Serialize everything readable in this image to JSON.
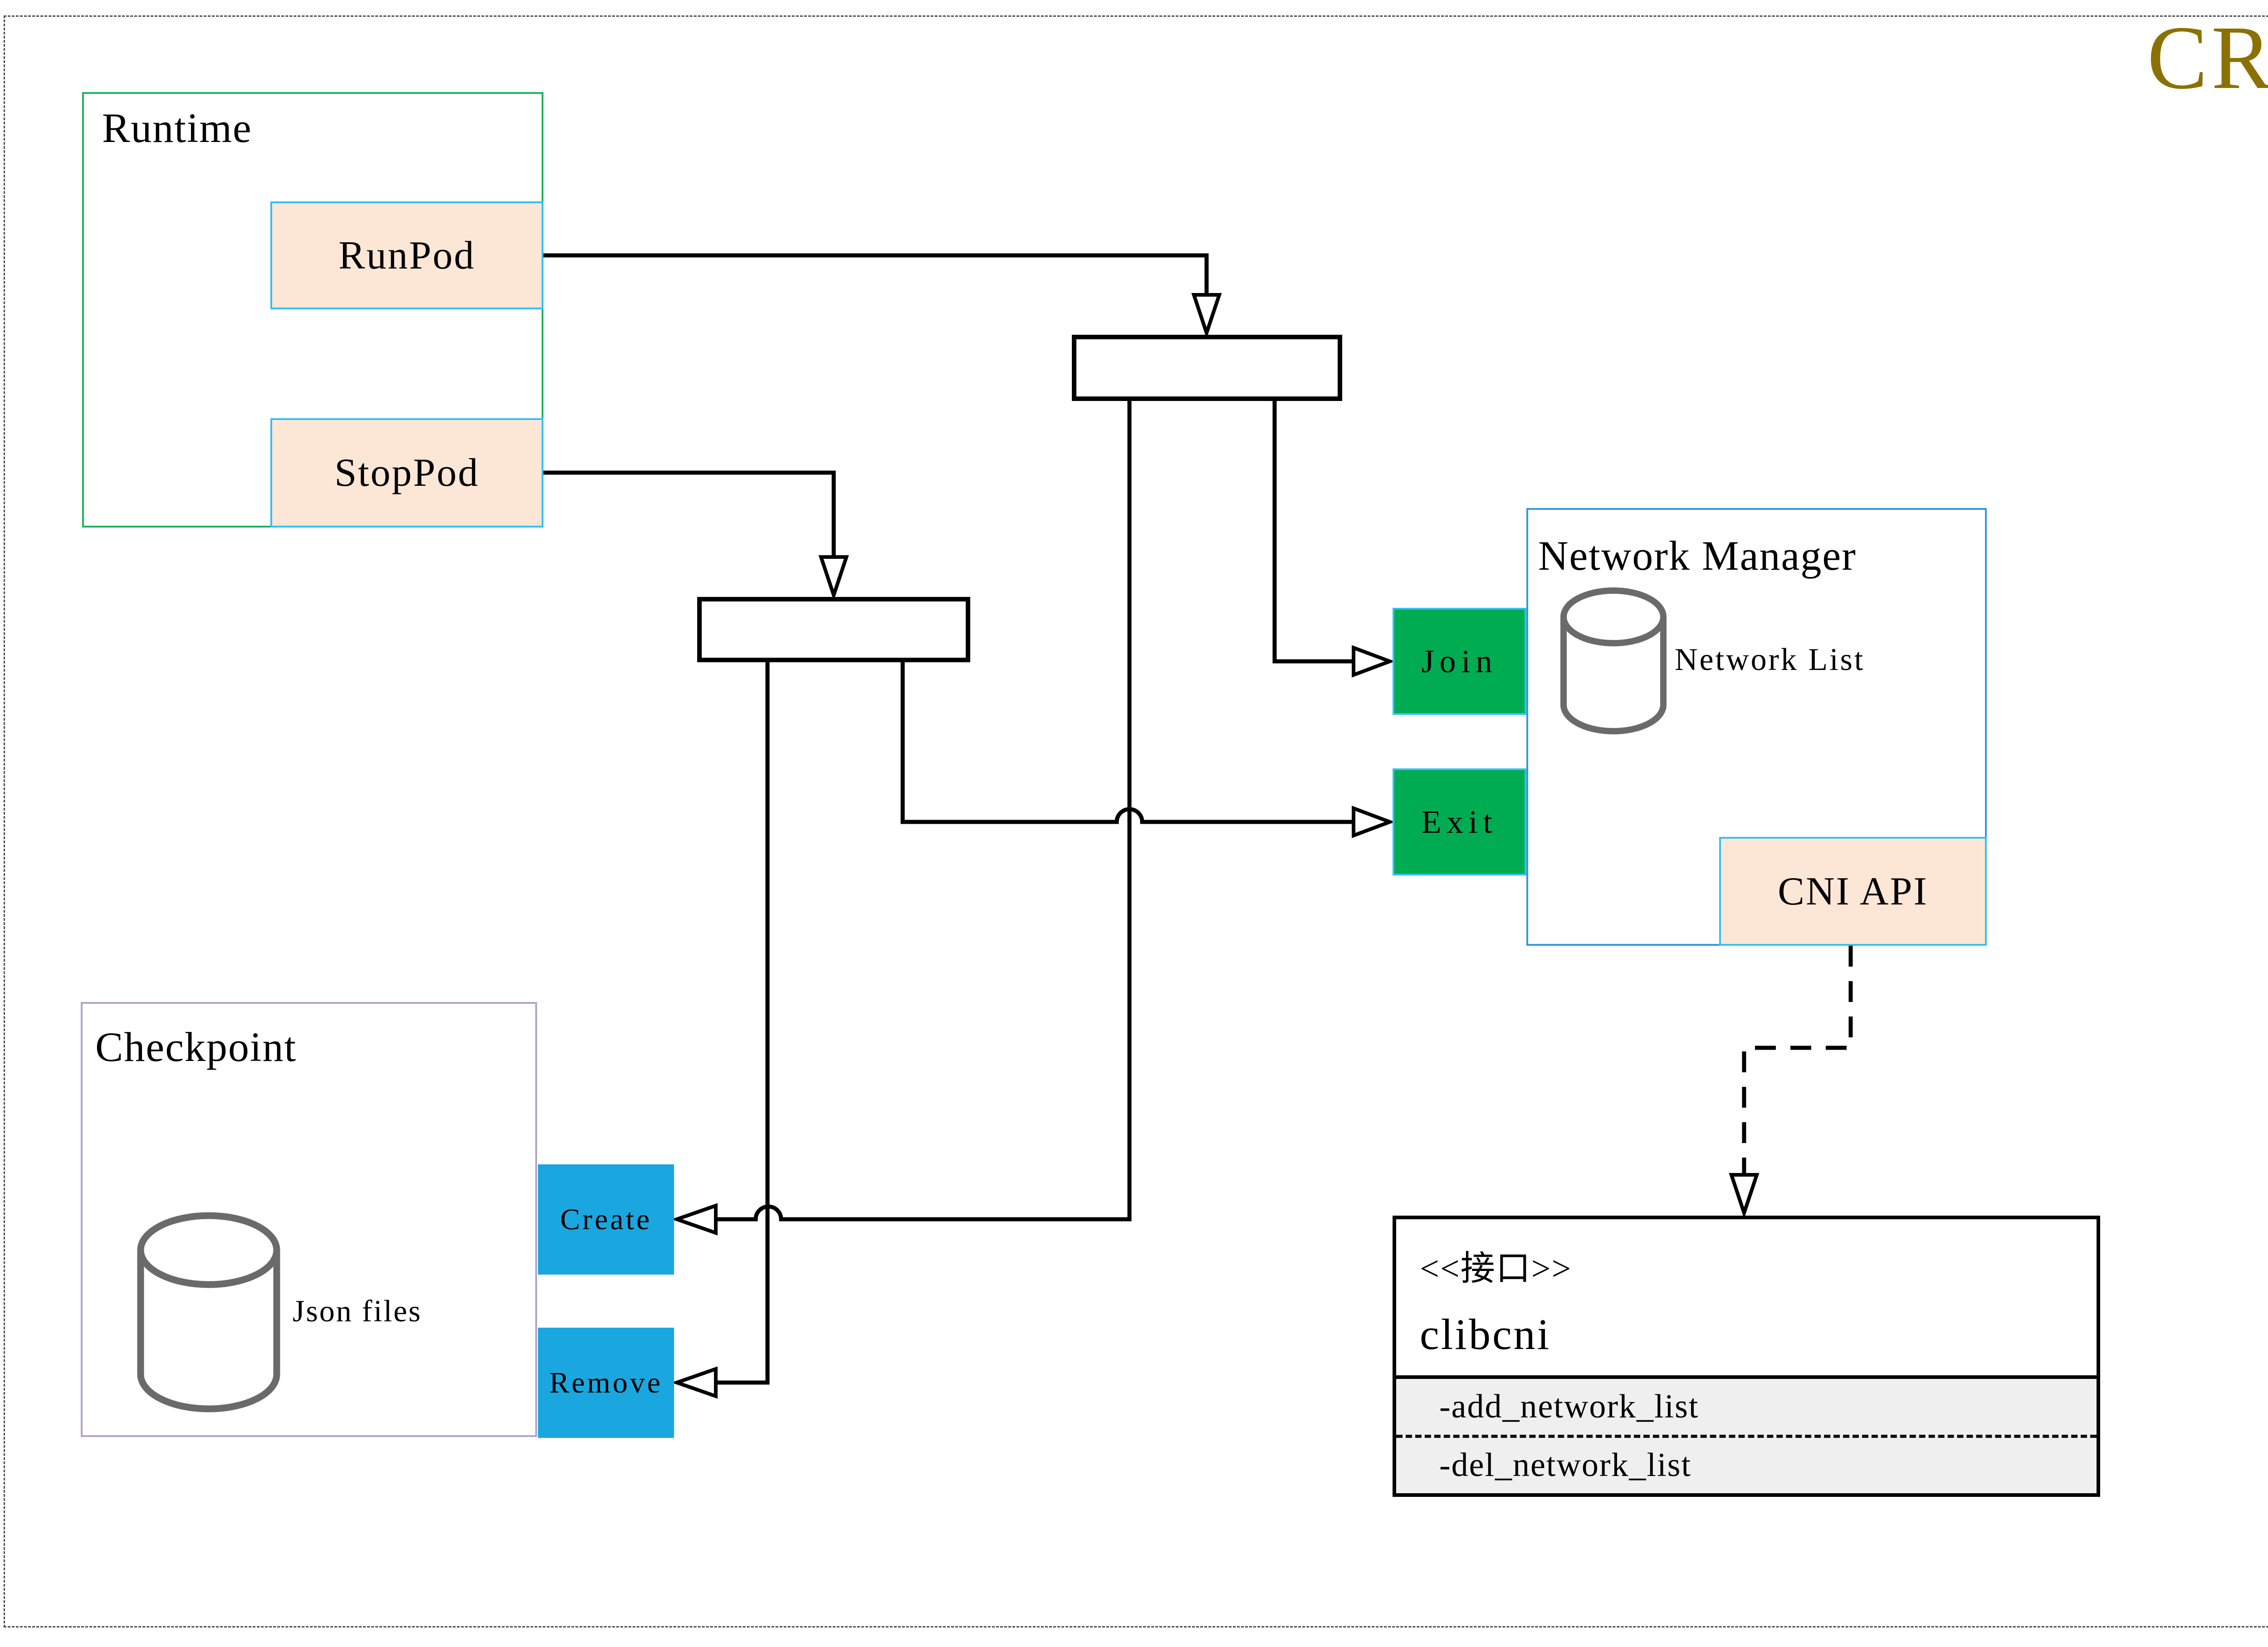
{
  "badge": {
    "label": "CRI",
    "color": "#8B7103"
  },
  "runtime": {
    "title": "Runtime",
    "run_label": "RunPod",
    "stop_label": "StopPod"
  },
  "checkpoint": {
    "title": "Checkpoint",
    "store_label": "Json files",
    "create_label": "Create",
    "remove_label": "Remove"
  },
  "network_manager": {
    "title": "Network Manager",
    "store_label": "Network List",
    "join_label": "Join",
    "exit_label": "Exit",
    "api_label": "CNI API"
  },
  "interface_box": {
    "stereotype": "<<接口>>",
    "name": "clibcni",
    "attributes": [
      "-add_network_list",
      "-del_network_list"
    ]
  },
  "colors": {
    "runtime_border": "#1CB35E",
    "checkpoint_border": "#B3A2C7",
    "network_manager_border": "#3399DB",
    "action_fill_peach": "#FCE7D7",
    "action_border_cyan": "#35C0EF",
    "join_exit_fill": "#00AC52",
    "create_remove_fill": "#1AA7E0",
    "interface_attrs_fill": "#EFEFEF",
    "badge_color": "#8B7103",
    "cylinder_stroke": "#6A6A6A"
  }
}
